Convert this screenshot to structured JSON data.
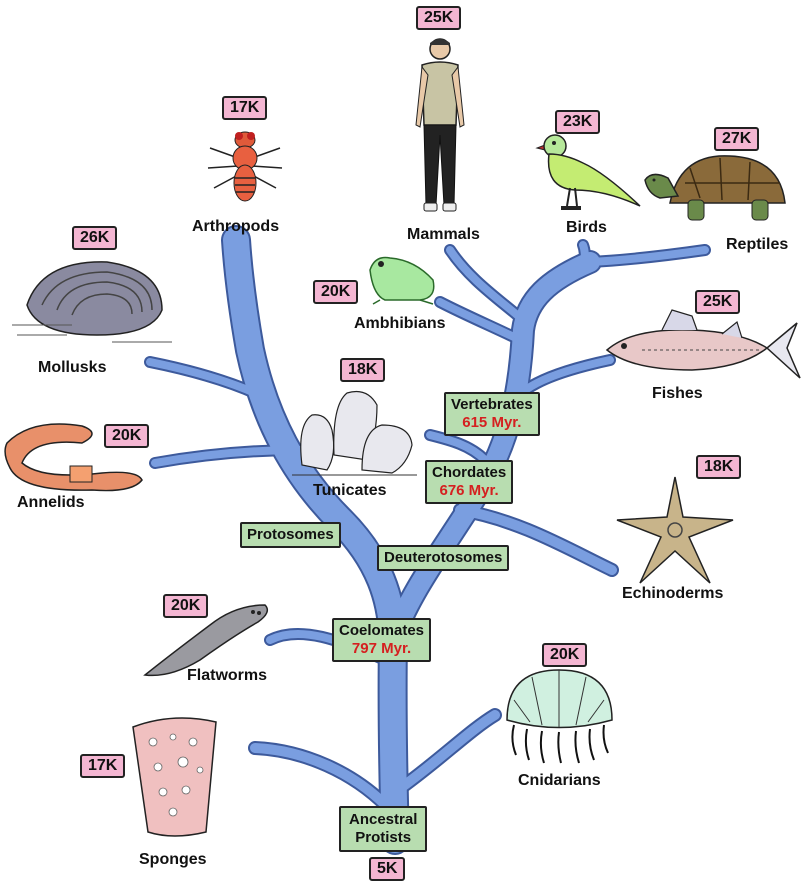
{
  "colors": {
    "branch": "#7a9ee0",
    "branch_outline": "#3d5a9c",
    "count_badge": "#f4b6d2",
    "clade_box": "#b8ddb0",
    "myr_text": "#d52020"
  },
  "taxa": {
    "mammals": {
      "label": "Mammals",
      "count": "25K",
      "icon": "human-figure"
    },
    "arthropods": {
      "label": "Arthropods",
      "count": "17K",
      "icon": "fly"
    },
    "birds": {
      "label": "Birds",
      "count": "23K",
      "icon": "bird"
    },
    "reptiles": {
      "label": "Reptiles",
      "count": "27K",
      "icon": "tortoise"
    },
    "mollusks": {
      "label": "Mollusks",
      "count": "26K",
      "icon": "clam"
    },
    "amphibians": {
      "label": "Ambhibians",
      "count": "20K",
      "icon": "frog"
    },
    "fishes": {
      "label": "Fishes",
      "count": "25K",
      "icon": "fish"
    },
    "tunicates": {
      "label": "Tunicates",
      "count": "18K",
      "icon": "tunicate"
    },
    "annelids": {
      "label": "Annelids",
      "count": "20K",
      "icon": "earthworm"
    },
    "echinoderms": {
      "label": "Echinoderms",
      "count": "18K",
      "icon": "starfish"
    },
    "flatworms": {
      "label": "Flatworms",
      "count": "20K",
      "icon": "flatworm"
    },
    "cnidarians": {
      "label": "Cnidarians",
      "count": "20K",
      "icon": "jellyfish"
    },
    "sponges": {
      "label": "Sponges",
      "count": "17K",
      "icon": "sponge"
    },
    "ancestral": {
      "label_line1": "Ancestral",
      "label_line2": "Protists",
      "count": "5K"
    }
  },
  "clades": {
    "vertebrates": {
      "label": "Vertebrates",
      "myr": "615 Myr."
    },
    "chordates": {
      "label": "Chordates",
      "myr": "676 Myr."
    },
    "coelomates": {
      "label": "Coelomates",
      "myr": "797 Myr."
    },
    "protosomes": {
      "label": "Protosomes"
    },
    "deuterostomes": {
      "label": "Deuterotosomes"
    }
  }
}
